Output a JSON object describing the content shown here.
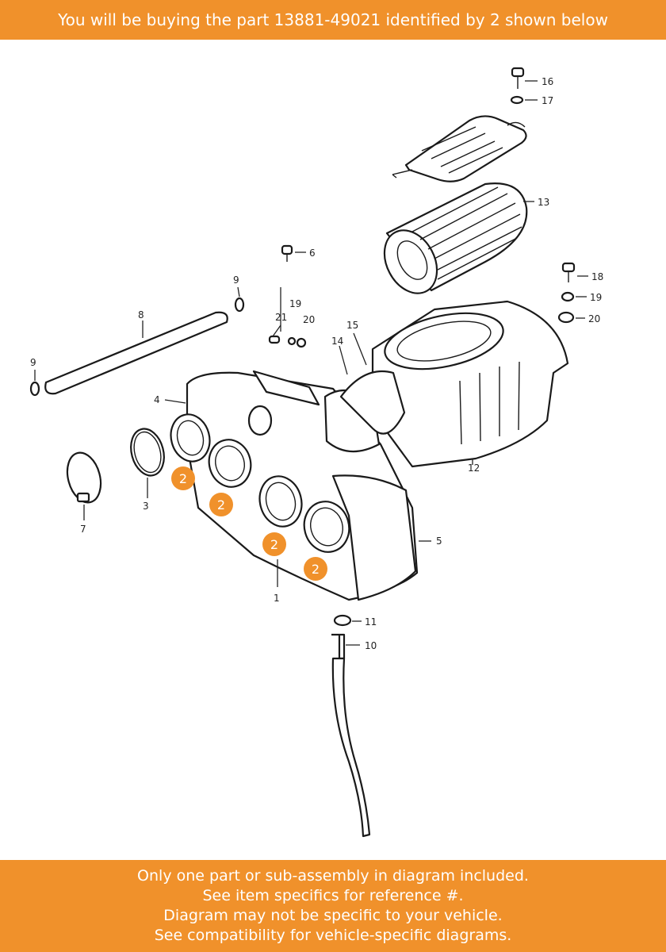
{
  "header": {
    "text": "You will be buying the part 13881-49021 identified by 2 shown below",
    "color": "#f0912b"
  },
  "footer": {
    "lines": [
      "Only one part or sub-assembly in diagram included.",
      "See item specifics for reference #.",
      "Diagram may not be specific to your vehicle.",
      "See compatibility for vehicle-specific diagrams."
    ]
  },
  "diagram": {
    "highlight_label": "2",
    "highlight_color": "#f0912b",
    "labels": {
      "l1": "1",
      "l3": "3",
      "l4": "4",
      "l5": "5",
      "l6": "6",
      "l7": "7",
      "l8": "8",
      "l9a": "9",
      "l9b": "9",
      "l10": "10",
      "l11": "11",
      "l12": "12",
      "l13": "13",
      "l14": "14",
      "l15": "15",
      "l16": "16",
      "l17": "17",
      "l18": "18",
      "l19a": "19",
      "l19b": "19",
      "l20a": "20",
      "l20b": "20",
      "l21": "21"
    }
  }
}
